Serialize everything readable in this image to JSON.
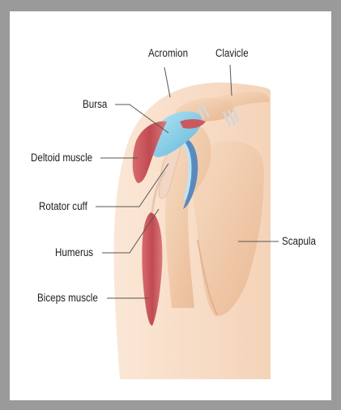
{
  "labels": {
    "acromion": "Acromion",
    "clavicle": "Clavicle",
    "bursa": "Bursa",
    "deltoid": "Deltoid muscle",
    "rotator_cuff": "Rotator cuff",
    "humerus": "Humerus",
    "biceps": "Biceps muscle",
    "scapula": "Scapula"
  },
  "colors": {
    "border": "#9a9a9a",
    "background": "#ffffff",
    "skin": "#f6d9c2",
    "bone": "#f1c9a8",
    "muscle": "#c6545a",
    "bursa": "#8fd2ea",
    "cartilage": "#3f7fbf",
    "ligament": "#dcdcdc"
  }
}
